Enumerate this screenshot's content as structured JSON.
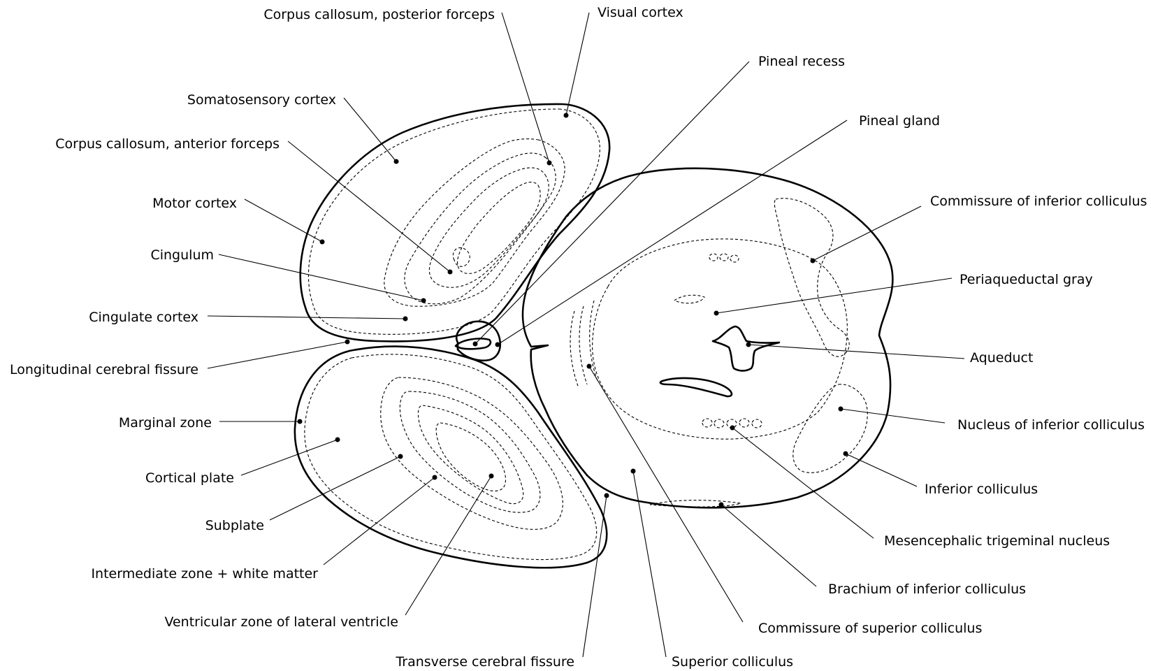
{
  "labels": {
    "corpus_callosum_posterior_forceps": "Corpus callosum, posterior forceps",
    "visual_cortex": "Visual cortex",
    "pineal_recess": "Pineal recess",
    "pineal_gland": "Pineal gland",
    "somatosensory_cortex": "Somatosensory cortex",
    "corpus_callosum_anterior_forceps": "Corpus callosum, anterior forceps",
    "motor_cortex": "Motor cortex",
    "cingulum": "Cingulum",
    "cingulate_cortex": "Cingulate cortex",
    "longitudinal_cerebral_fissure": "Longitudinal cerebral fissure",
    "marginal_zone": "Marginal zone",
    "cortical_plate": "Cortical plate",
    "subplate": "Subplate",
    "intermediate_zone": "Intermediate zone + white matter",
    "ventricular_zone": "Ventricular zone of lateral ventricle",
    "transverse_cerebral_fissure": "Transverse cerebral fissure",
    "superior_colliculus": "Superior colliculus",
    "commissure_superior_colliculus": "Commissure of superior colliculus",
    "brachium_inferior_colliculus": "Brachium of inferior colliculus",
    "mesencephalic_trigeminal_nucleus": "Mesencephalic trigeminal nucleus",
    "inferior_colliculus": "Inferior colliculus",
    "nucleus_inferior_colliculus": "Nucleus of inferior colliculus",
    "aqueduct": "Aqueduct",
    "periaqueductal_gray": "Periaqueductal gray",
    "commissure_inferior_colliculus": "Commissure of inferior colliculus"
  }
}
